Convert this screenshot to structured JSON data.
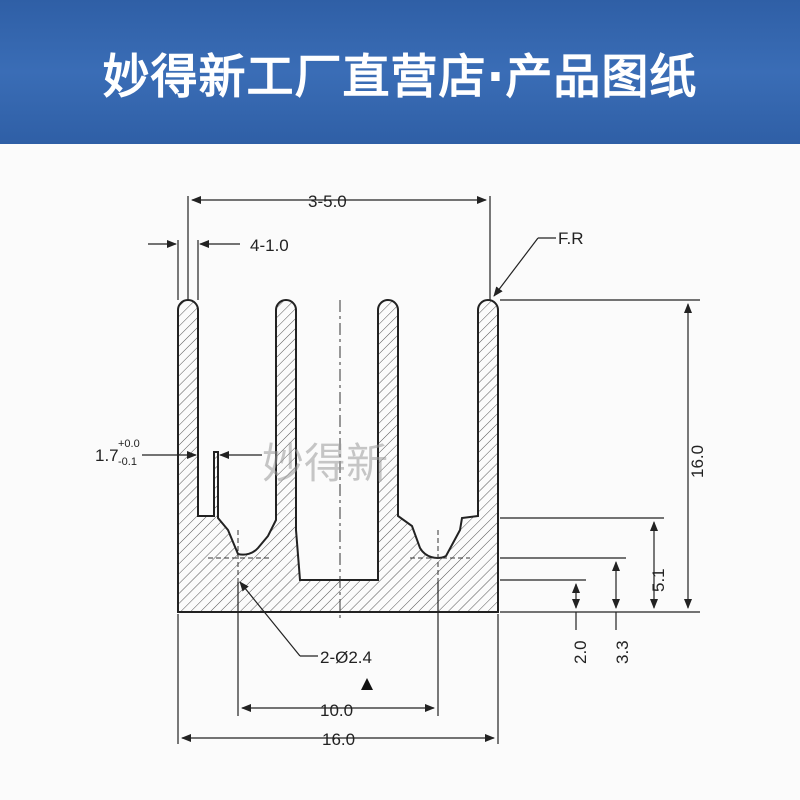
{
  "banner": {
    "title": "妙得新工厂直营店·产品图纸",
    "background_color": "#2f5fa6"
  },
  "drawing": {
    "labels": {
      "top_fin_pitch": "3-5.0",
      "fin_thickness": "4-1.0",
      "fin_radius": "F.R",
      "slot_width": "1.7",
      "slot_tol_upper": "+0.0",
      "slot_tol_lower": "-0.1",
      "total_height": "16.0",
      "groove_height": "5.1",
      "hole_center_height": "3.3",
      "base_thickness": "2.0",
      "holes": "2-Ø2.4",
      "hole_spacing": "10.0",
      "total_width": "16.0"
    },
    "watermark": "妙得新",
    "hatch_color": "#444444"
  }
}
